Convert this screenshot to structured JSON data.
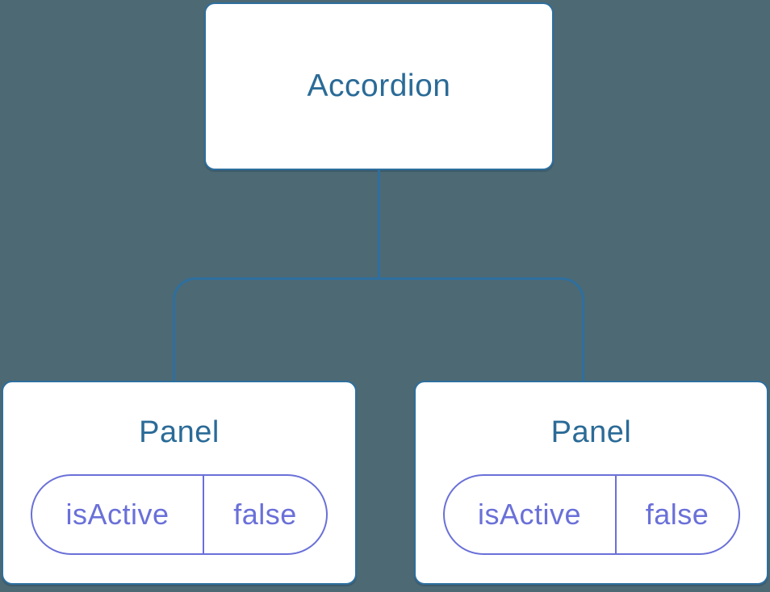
{
  "colors": {
    "background": "#4d6974",
    "node_border": "#2e6f9e",
    "connector_line": "#2e6f9e",
    "node_fill": "#ffffff",
    "title_text": "#2b6b97",
    "state_pill": "#6a70d8"
  },
  "tree": {
    "root": {
      "label": "Accordion"
    },
    "children": [
      {
        "label": "Panel",
        "state": {
          "key": "isActive",
          "value": "false"
        }
      },
      {
        "label": "Panel",
        "state": {
          "key": "isActive",
          "value": "false"
        }
      }
    ]
  }
}
